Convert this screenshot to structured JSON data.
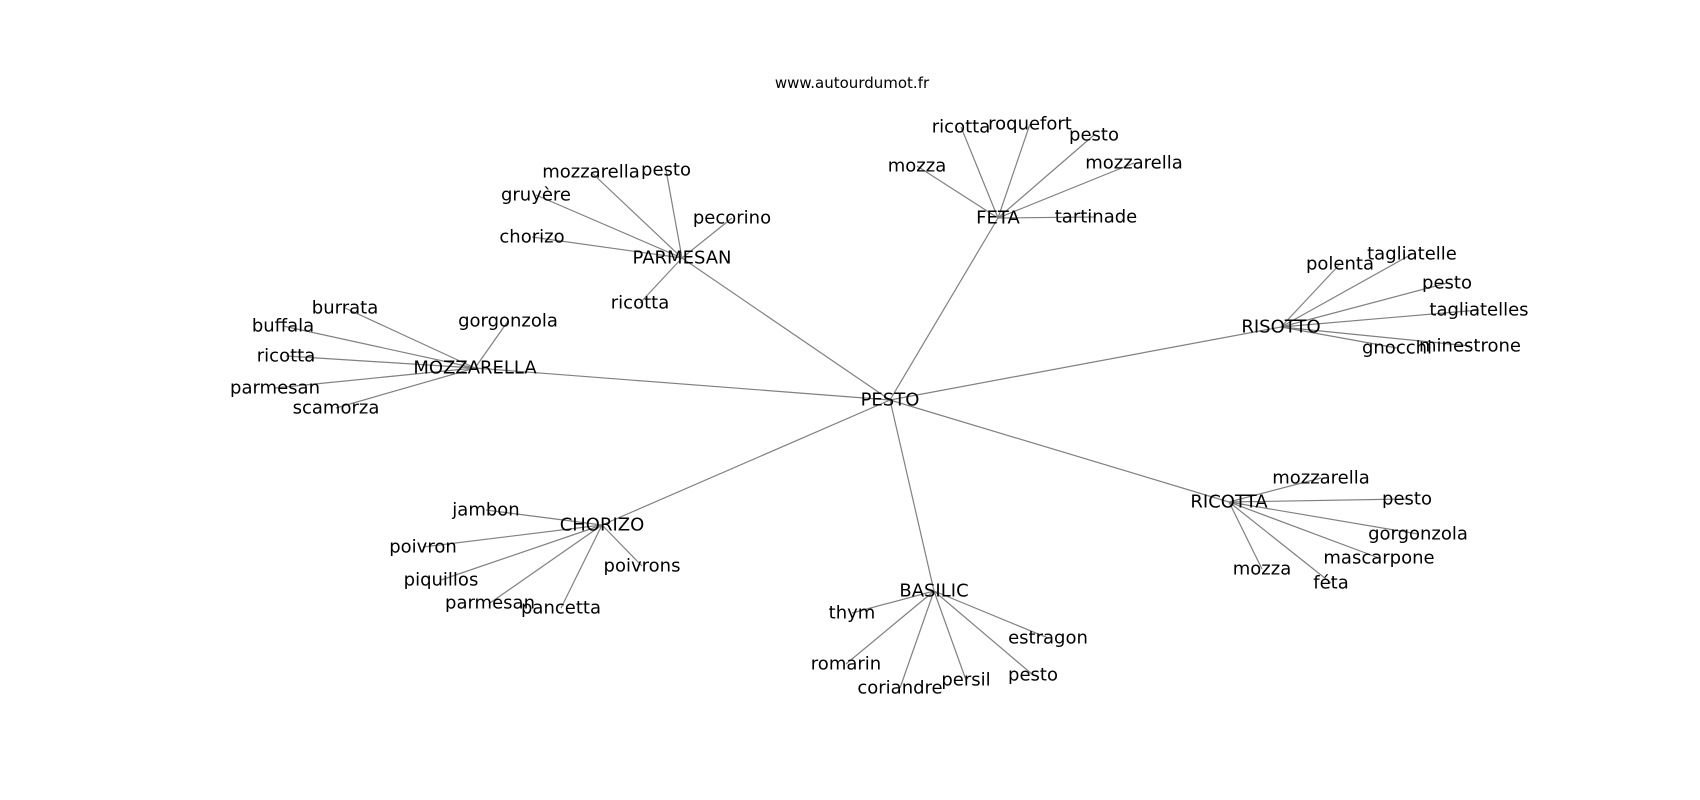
{
  "source": "www.autourdumot.fr",
  "graph": {
    "root": "PESTO",
    "nodes": [
      {
        "id": "pesto",
        "label": "PESTO"
      },
      {
        "id": "parmesan_hub",
        "label": "PARMESAN"
      },
      {
        "id": "feta_hub",
        "label": "FETA"
      },
      {
        "id": "risotto_hub",
        "label": "RISOTTO"
      },
      {
        "id": "mozzarella_hub",
        "label": "MOZZARELLA"
      },
      {
        "id": "chorizo_hub",
        "label": "CHORIZO"
      },
      {
        "id": "basilic_hub",
        "label": "BASILIC"
      },
      {
        "id": "ricotta_hub",
        "label": "RICOTTA"
      },
      {
        "id": "p_mozzarella",
        "label": "mozzarella"
      },
      {
        "id": "p_pesto",
        "label": "pesto"
      },
      {
        "id": "p_gruyere",
        "label": "gruyère"
      },
      {
        "id": "p_pecorino",
        "label": "pecorino"
      },
      {
        "id": "p_chorizo",
        "label": "chorizo"
      },
      {
        "id": "p_ricotta",
        "label": "ricotta"
      },
      {
        "id": "f_ricotta",
        "label": "ricotta"
      },
      {
        "id": "f_roquefort",
        "label": "roquefort"
      },
      {
        "id": "f_pesto",
        "label": "pesto"
      },
      {
        "id": "f_mozza",
        "label": "mozza"
      },
      {
        "id": "f_mozzarella",
        "label": "mozzarella"
      },
      {
        "id": "f_tartinade",
        "label": "tartinade"
      },
      {
        "id": "r_polenta",
        "label": "polenta"
      },
      {
        "id": "r_tagliatelle",
        "label": "tagliatelle"
      },
      {
        "id": "r_pesto",
        "label": "pesto"
      },
      {
        "id": "r_tagliatelles",
        "label": "tagliatelles"
      },
      {
        "id": "r_gnocchi",
        "label": "gnocchi"
      },
      {
        "id": "r_minestrone",
        "label": "minestrone"
      },
      {
        "id": "m_burrata",
        "label": "burrata"
      },
      {
        "id": "m_buffala",
        "label": "buffala"
      },
      {
        "id": "m_gorgonzola",
        "label": "gorgonzola"
      },
      {
        "id": "m_ricotta",
        "label": "ricotta"
      },
      {
        "id": "m_parmesan",
        "label": "parmesan"
      },
      {
        "id": "m_scamorza",
        "label": "scamorza"
      },
      {
        "id": "c_jambon",
        "label": "jambon"
      },
      {
        "id": "c_poivron",
        "label": "poivron"
      },
      {
        "id": "c_poivrons",
        "label": "poivrons"
      },
      {
        "id": "c_piquillos",
        "label": "piquillos"
      },
      {
        "id": "c_parmesan",
        "label": "parmesan"
      },
      {
        "id": "c_pancetta",
        "label": "pancetta"
      },
      {
        "id": "b_thym",
        "label": "thym"
      },
      {
        "id": "b_estragon",
        "label": "estragon"
      },
      {
        "id": "b_romarin",
        "label": "romarin"
      },
      {
        "id": "b_coriandre",
        "label": "coriandre"
      },
      {
        "id": "b_persil",
        "label": "persil"
      },
      {
        "id": "b_pesto",
        "label": "pesto"
      },
      {
        "id": "ri_mozzarella",
        "label": "mozzarella"
      },
      {
        "id": "ri_pesto",
        "label": "pesto"
      },
      {
        "id": "ri_gorgonzola",
        "label": "gorgonzola"
      },
      {
        "id": "ri_mascarpone",
        "label": "mascarpone"
      },
      {
        "id": "ri_mozza",
        "label": "mozza"
      },
      {
        "id": "ri_feta",
        "label": "féta"
      }
    ],
    "edges": [
      [
        "pesto",
        "parmesan_hub"
      ],
      [
        "pesto",
        "feta_hub"
      ],
      [
        "pesto",
        "risotto_hub"
      ],
      [
        "pesto",
        "mozzarella_hub"
      ],
      [
        "pesto",
        "chorizo_hub"
      ],
      [
        "pesto",
        "basilic_hub"
      ],
      [
        "pesto",
        "ricotta_hub"
      ],
      [
        "parmesan_hub",
        "p_mozzarella"
      ],
      [
        "parmesan_hub",
        "p_pesto"
      ],
      [
        "parmesan_hub",
        "p_gruyere"
      ],
      [
        "parmesan_hub",
        "p_pecorino"
      ],
      [
        "parmesan_hub",
        "p_chorizo"
      ],
      [
        "parmesan_hub",
        "p_ricotta"
      ],
      [
        "feta_hub",
        "f_ricotta"
      ],
      [
        "feta_hub",
        "f_roquefort"
      ],
      [
        "feta_hub",
        "f_pesto"
      ],
      [
        "feta_hub",
        "f_mozza"
      ],
      [
        "feta_hub",
        "f_mozzarella"
      ],
      [
        "feta_hub",
        "f_tartinade"
      ],
      [
        "risotto_hub",
        "r_polenta"
      ],
      [
        "risotto_hub",
        "r_tagliatelle"
      ],
      [
        "risotto_hub",
        "r_pesto"
      ],
      [
        "risotto_hub",
        "r_tagliatelles"
      ],
      [
        "risotto_hub",
        "r_gnocchi"
      ],
      [
        "risotto_hub",
        "r_minestrone"
      ],
      [
        "mozzarella_hub",
        "m_burrata"
      ],
      [
        "mozzarella_hub",
        "m_buffala"
      ],
      [
        "mozzarella_hub",
        "m_gorgonzola"
      ],
      [
        "mozzarella_hub",
        "m_ricotta"
      ],
      [
        "mozzarella_hub",
        "m_parmesan"
      ],
      [
        "mozzarella_hub",
        "m_scamorza"
      ],
      [
        "chorizo_hub",
        "c_jambon"
      ],
      [
        "chorizo_hub",
        "c_poivron"
      ],
      [
        "chorizo_hub",
        "c_poivrons"
      ],
      [
        "chorizo_hub",
        "c_piquillos"
      ],
      [
        "chorizo_hub",
        "c_parmesan"
      ],
      [
        "chorizo_hub",
        "c_pancetta"
      ],
      [
        "basilic_hub",
        "b_thym"
      ],
      [
        "basilic_hub",
        "b_estragon"
      ],
      [
        "basilic_hub",
        "b_romarin"
      ],
      [
        "basilic_hub",
        "b_coriandre"
      ],
      [
        "basilic_hub",
        "b_persil"
      ],
      [
        "basilic_hub",
        "b_pesto"
      ],
      [
        "ricotta_hub",
        "ri_mozzarella"
      ],
      [
        "ricotta_hub",
        "ri_pesto"
      ],
      [
        "ricotta_hub",
        "ri_gorgonzola"
      ],
      [
        "ricotta_hub",
        "ri_mascarpone"
      ],
      [
        "ricotta_hub",
        "ri_mozza"
      ],
      [
        "ricotta_hub",
        "ri_feta"
      ]
    ]
  }
}
